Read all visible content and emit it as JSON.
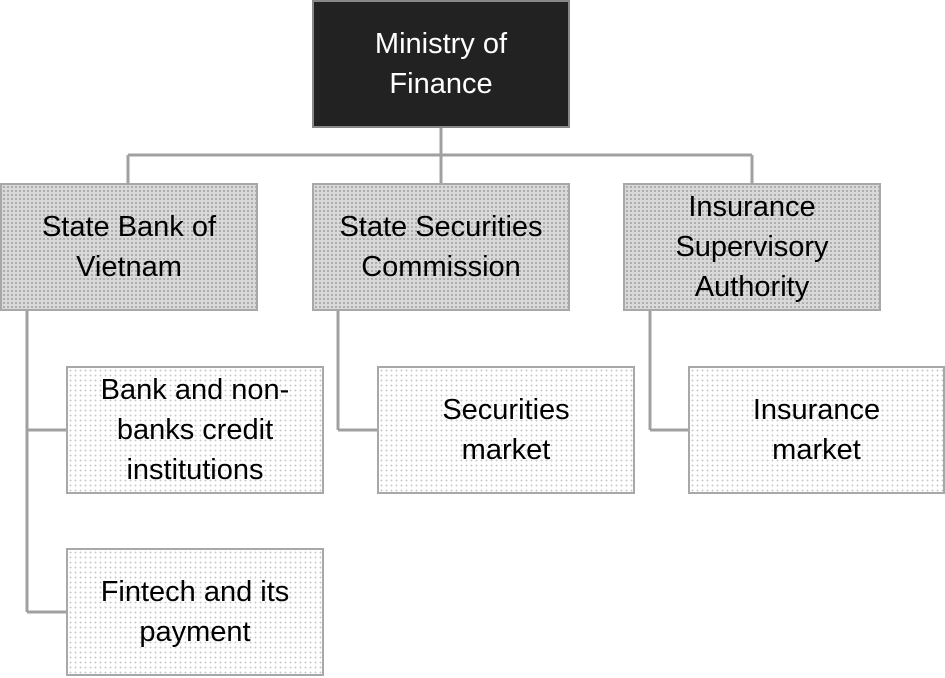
{
  "root": {
    "label": "Ministry of Finance"
  },
  "agencies": [
    {
      "label": "State Bank of Vietnam"
    },
    {
      "label": "State Securities Commission"
    },
    {
      "label": "Insurance Supervisory Authority"
    }
  ],
  "markets": [
    {
      "label": "Bank and non-banks credit institutions"
    },
    {
      "label": "Fintech and its payment"
    },
    {
      "label": "Securities market"
    },
    {
      "label": "Insurance market"
    }
  ],
  "colors": {
    "root_fill": "#222222",
    "root_text": "#ffffff",
    "agency_fill": "#d9d9d9",
    "leaf_fill": "#ffffff",
    "connector": "#a0a0a0"
  }
}
